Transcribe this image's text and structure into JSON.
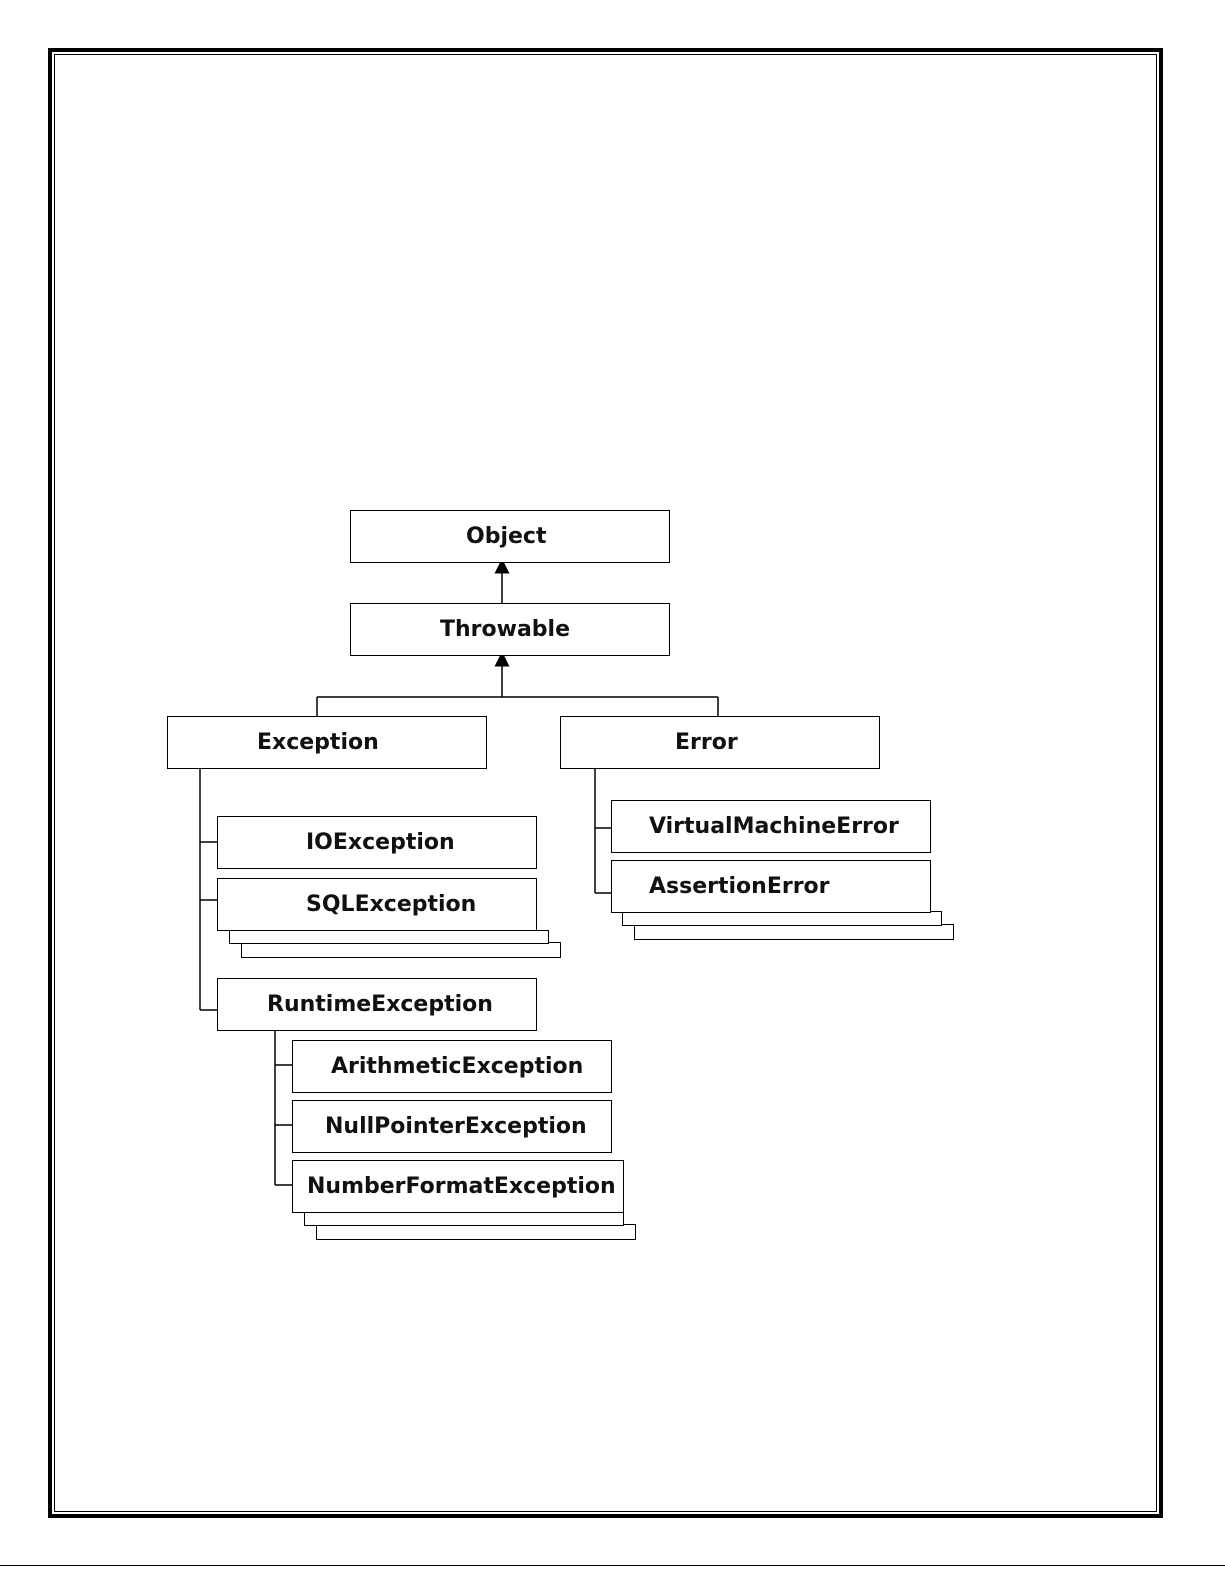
{
  "diagram": {
    "root": "Object",
    "throwable": "Throwable",
    "exception": {
      "label": "Exception",
      "children": [
        "IOException",
        "SQLException"
      ],
      "runtime": {
        "label": "RuntimeException",
        "children": [
          "ArithmeticException",
          "NullPointerException",
          "NumberFormatException"
        ]
      }
    },
    "error": {
      "label": "Error",
      "children": [
        "VirtualMachineError",
        "AssertionError"
      ]
    }
  }
}
